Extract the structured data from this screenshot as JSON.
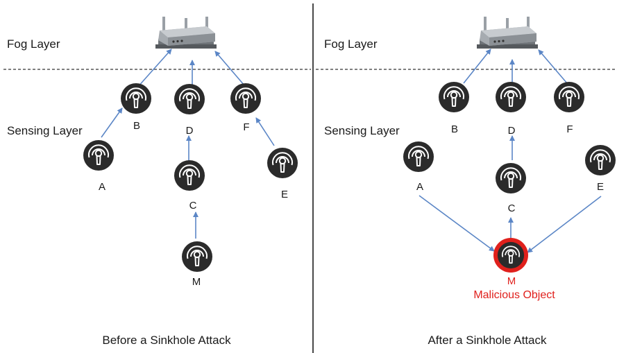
{
  "colors": {
    "edge": "#5b86c6",
    "node": "#2b2b2b",
    "malicious": "#e0201c",
    "divider": "#333333"
  },
  "panels": {
    "before": {
      "fog_label": "Fog Layer",
      "sensing_label": "Sensing Layer",
      "caption": "Before a Sinkhole Attack",
      "node_labels": {
        "A": "A",
        "B": "B",
        "C": "C",
        "D": "D",
        "E": "E",
        "F": "F",
        "M": "M"
      },
      "gateway_icon": "fog-gateway-router-icon",
      "node_icon": "wireless-sensor-icon"
    },
    "after": {
      "fog_label": "Fog Layer",
      "sensing_label": "Sensing Layer",
      "caption": "After a Sinkhole Attack",
      "node_labels": {
        "A": "A",
        "B": "B",
        "C": "C",
        "D": "D",
        "E": "E",
        "F": "F",
        "M": "M"
      },
      "malicious_label": "Malicious Object",
      "gateway_icon": "fog-gateway-router-icon",
      "node_icon": "wireless-sensor-icon"
    }
  }
}
